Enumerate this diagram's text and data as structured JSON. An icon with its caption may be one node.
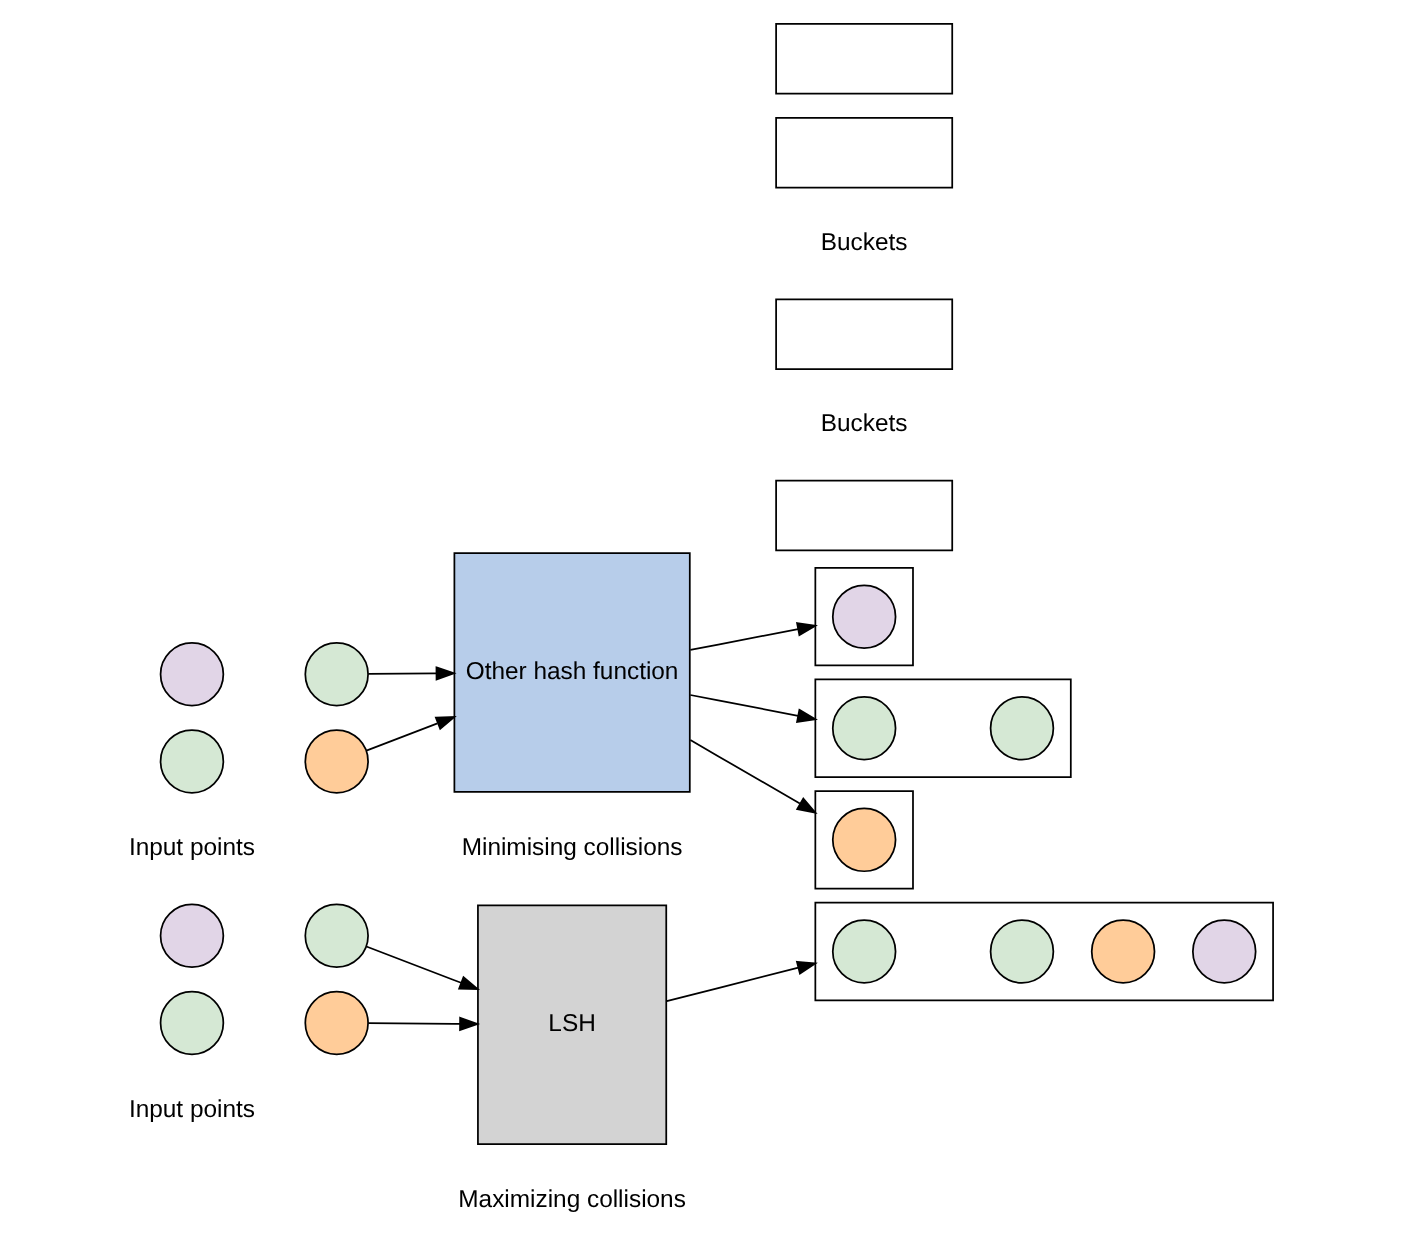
{
  "diagram": {
    "nodes": [
      {
        "text": [],
        "shape": "circle"
      },
      {
        "text": [],
        "shape": "circle"
      },
      {
        "text": [],
        "shape": "circle"
      },
      {
        "text": [],
        "shape": "circle"
      },
      {
        "text": [
          "Other hash function"
        ],
        "beside": [
          "Minimising collisions"
        ]
      },
      {
        "text": [],
        "shape": "box"
      },
      {
        "text": [],
        "shape": "circle",
        "in": 5
      },
      {
        "text": [],
        "shape": "box"
      },
      {
        "text": [],
        "shape": "circle",
        "in": 7
      },
      {
        "text": [],
        "shape": "circle",
        "in": 7
      },
      {
        "text": [],
        "shape": "box"
      },
      {
        "text": [],
        "shape": "circle",
        "in": 10
      },
      {
        "text": [],
        "shape": "box"
      },
      {
        "text": [],
        "shape": "circle"
      },
      {
        "text": [],
        "shape": "circle"
      },
      {
        "text": [],
        "shape": "circle"
      },
      {
        "text": [],
        "shape": "circle"
      },
      {
        "text": [
          "LSH"
        ],
        "beside": [
          "Maximizing collisions"
        ]
      },
      {
        "text": [],
        "shape": "box"
      },
      {
        "text": [],
        "shape": "box"
      },
      {
        "text": [],
        "shape": "circle",
        "in": 19
      },
      {
        "text": [],
        "shape": "circle",
        "in": 19
      },
      {
        "text": [],
        "shape": "circle",
        "in": 19
      },
      {
        "text": [],
        "shape": "circle",
        "in": 19
      },
      {
        "text": [],
        "shape": "box"
      },
      {
        "text": [],
        "shape": "box"
      }
    ],
    "edges": [
      {
        "from": 1,
        "to": 4,
        "arrow": "to"
      },
      {
        "from": 3,
        "to": 4,
        "arrow": "to"
      },
      {
        "from": 4,
        "to": 5,
        "arrow": "to"
      },
      {
        "from": 4,
        "to": 7,
        "arrow": "to"
      },
      {
        "from": 4,
        "to": 10,
        "arrow": "to"
      },
      {
        "from": 14,
        "to": 17,
        "arrow": "to"
      },
      {
        "from": 16,
        "to": 17,
        "arrow": "to"
      },
      {
        "from": 17,
        "to": 19,
        "arrow": "to"
      }
    ],
    "labels": [
      "Input points",
      "Buckets",
      "Input points",
      "Buckets"
    ]
  }
}
